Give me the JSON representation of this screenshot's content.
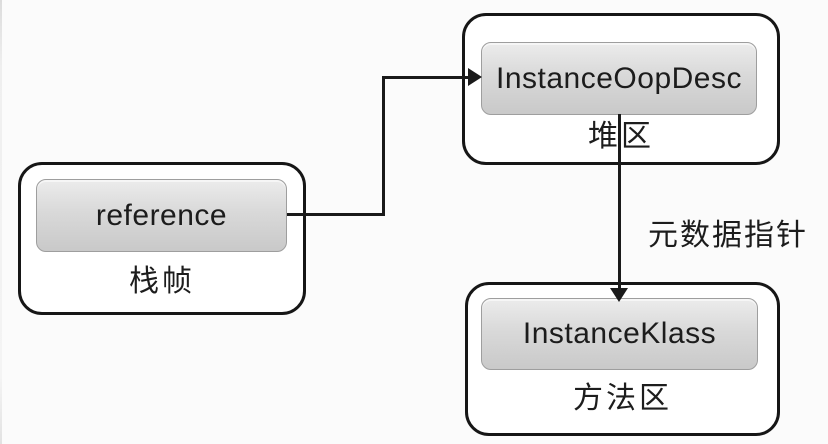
{
  "page": {
    "background": "#fbfbfb"
  },
  "diagram": {
    "nodes": {
      "stack_frame": {
        "zone_label": "栈帧",
        "item": "reference"
      },
      "heap": {
        "zone_label": "堆区",
        "item": "InstanceOopDesc"
      },
      "method_area": {
        "zone_label": "方法区",
        "item": "InstanceKlass"
      }
    },
    "edges": {
      "oop_to_klass": {
        "label": "元数据指针"
      }
    },
    "colors": {
      "background": "#fbfbfb",
      "box_border": "#161616",
      "line": "#1a1a1a",
      "node_fill_top": "#ececec",
      "node_fill_bottom": "#c9c9c9",
      "node_border": "#9e9e9e"
    }
  }
}
